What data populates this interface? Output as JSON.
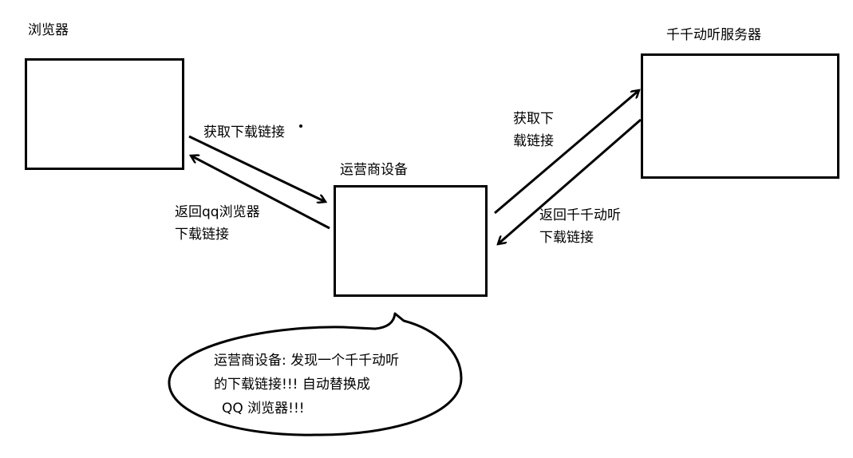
{
  "nodes": {
    "browser": "浏览器",
    "carrier": "运营商设备",
    "server": "千千动听服务器"
  },
  "edges": {
    "browser_to_carrier": [
      "获取下载链接"
    ],
    "carrier_to_browser": [
      "返回qq浏览器",
      "下载链接"
    ],
    "carrier_to_server": [
      "获取下",
      "载链接"
    ],
    "server_to_carrier": [
      "返回千千动听",
      "下载链接"
    ]
  },
  "bubble": {
    "lines": [
      "运营商设备: 发现一个千千动听",
      "的下载链接!!! 自动替换成",
      "QQ 浏览器!!!"
    ]
  },
  "colors": {
    "stroke": "#000000",
    "background": "#ffffff"
  }
}
